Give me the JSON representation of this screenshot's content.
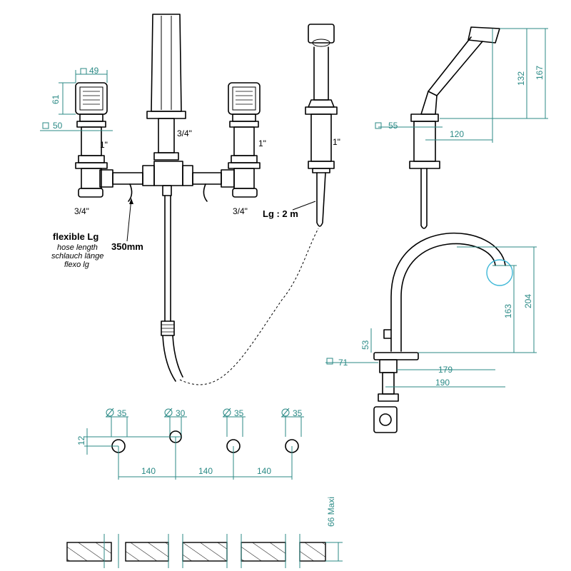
{
  "colors": {
    "dimension": "#2b8a86",
    "line": "#000000",
    "background": "#ffffff"
  },
  "front_view": {
    "square_49": "49",
    "height_61": "61",
    "square_50": "50",
    "thread_1_left": "1\"",
    "thread_3_4_spout": "3/4\"",
    "thread_1_right": "1\"",
    "thread_3_4_left": "3/4\"",
    "thread_3_4_right": "3/4\""
  },
  "flexible": {
    "title": "flexible Lg",
    "en": "hose length",
    "de": "schlauch länge",
    "fr": "flexo lg",
    "length": "350mm"
  },
  "handshower": {
    "thread_1": "1\"",
    "hose_length": "Lg : 2 m"
  },
  "handshower_side": {
    "square_55": "55",
    "dim_120": "120",
    "dim_132": "132",
    "dim_167": "167"
  },
  "spout_side": {
    "dim_53": "53",
    "square_71": "71",
    "dim_179": "179",
    "dim_190": "190",
    "dim_163": "163",
    "dim_204": "204"
  },
  "holes": {
    "dia_1": "35",
    "dia_2": "30",
    "dia_3": "35",
    "dia_4": "35",
    "offset_12": "12",
    "spacing_1": "140",
    "spacing_2": "140",
    "spacing_3": "140"
  },
  "deck": {
    "max_label": "66 Maxi"
  }
}
